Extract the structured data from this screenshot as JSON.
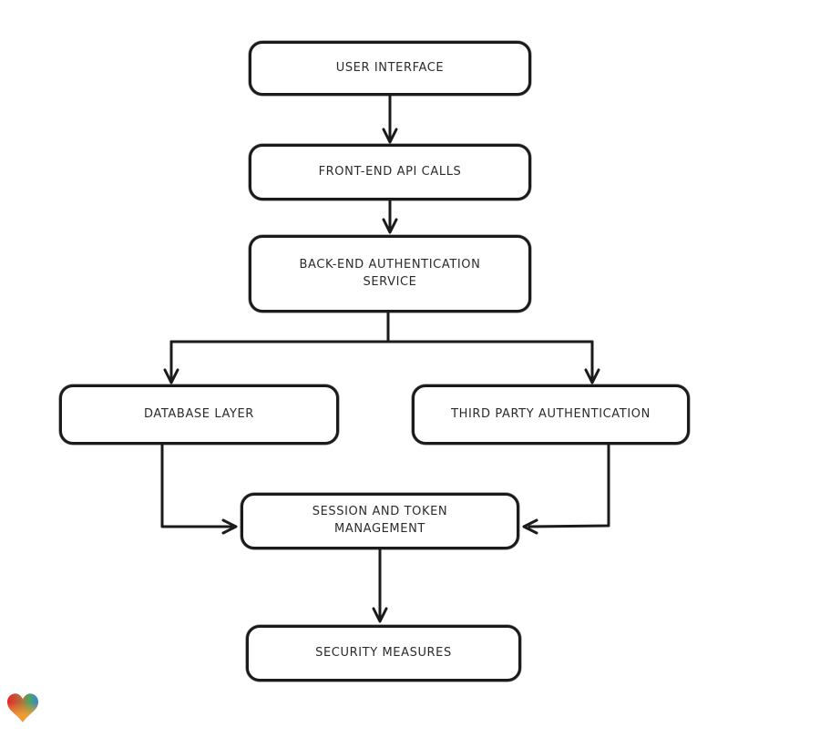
{
  "diagram": {
    "type": "flowchart",
    "direction": "top-down",
    "nodes": [
      {
        "id": "user-interface",
        "label": "USER INTERFACE"
      },
      {
        "id": "front-end-api-calls",
        "label": "FRONT-END API CALLS"
      },
      {
        "id": "back-end-authentication-service",
        "label": "BACK-END AUTHENTICATION SERVICE"
      },
      {
        "id": "database-layer",
        "label": "DATABASE LAYER"
      },
      {
        "id": "third-party-authentication",
        "label": "THIRD PARTY AUTHENTICATION"
      },
      {
        "id": "session-and-token-management",
        "label": "SESSION AND TOKEN MANAGEMENT"
      },
      {
        "id": "security-measures",
        "label": "SECURITY MEASURES"
      }
    ],
    "edges": [
      {
        "from": "user-interface",
        "to": "front-end-api-calls"
      },
      {
        "from": "front-end-api-calls",
        "to": "back-end-authentication-service"
      },
      {
        "from": "back-end-authentication-service",
        "to": "database-layer"
      },
      {
        "from": "back-end-authentication-service",
        "to": "third-party-authentication"
      },
      {
        "from": "database-layer",
        "to": "session-and-token-management"
      },
      {
        "from": "third-party-authentication",
        "to": "session-and-token-management"
      },
      {
        "from": "session-and-token-management",
        "to": "security-measures"
      }
    ],
    "style": {
      "stroke_color": "#1b1b1b",
      "node_fill": "#ffffff",
      "background": "#ffffff",
      "arrowhead": "open-chevron",
      "look": "hand-drawn"
    }
  },
  "branding": {
    "logo": "heart-logo",
    "colors": {
      "red": "#e8232a",
      "green": "#47a564",
      "blue": "#3b82d6",
      "orange": "#f59c32"
    }
  }
}
